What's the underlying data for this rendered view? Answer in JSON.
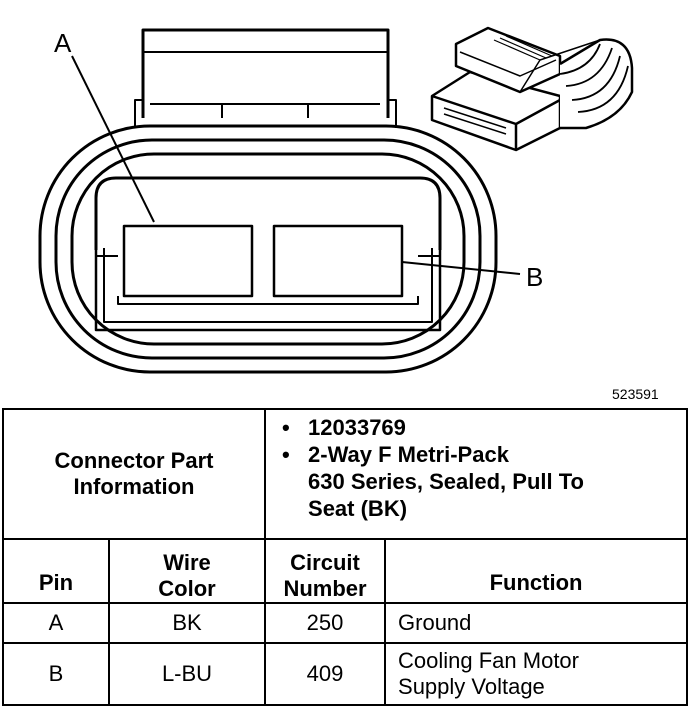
{
  "diagram": {
    "callouts": {
      "a": "A",
      "b": "B"
    },
    "figure_number": "523591"
  },
  "part_info": {
    "label_line1": "Connector Part",
    "label_line2": "Information",
    "items": [
      "12033769",
      "2-Way F Metri-Pack",
      "630 Series, Sealed, Pull To",
      "Seat (BK)"
    ]
  },
  "table": {
    "headers": {
      "pin": "Pin",
      "wire_color_line1": "Wire",
      "wire_color_line2": "Color",
      "circuit_line1": "Circuit",
      "circuit_line2": "Number",
      "function": "Function"
    },
    "rows": [
      {
        "pin": "A",
        "wire_color": "BK",
        "circuit": "250",
        "function_line1": "Ground",
        "function_line2": ""
      },
      {
        "pin": "B",
        "wire_color": "L-BU",
        "circuit": "409",
        "function_line1": "Cooling Fan Motor",
        "function_line2": "Supply Voltage"
      }
    ]
  }
}
